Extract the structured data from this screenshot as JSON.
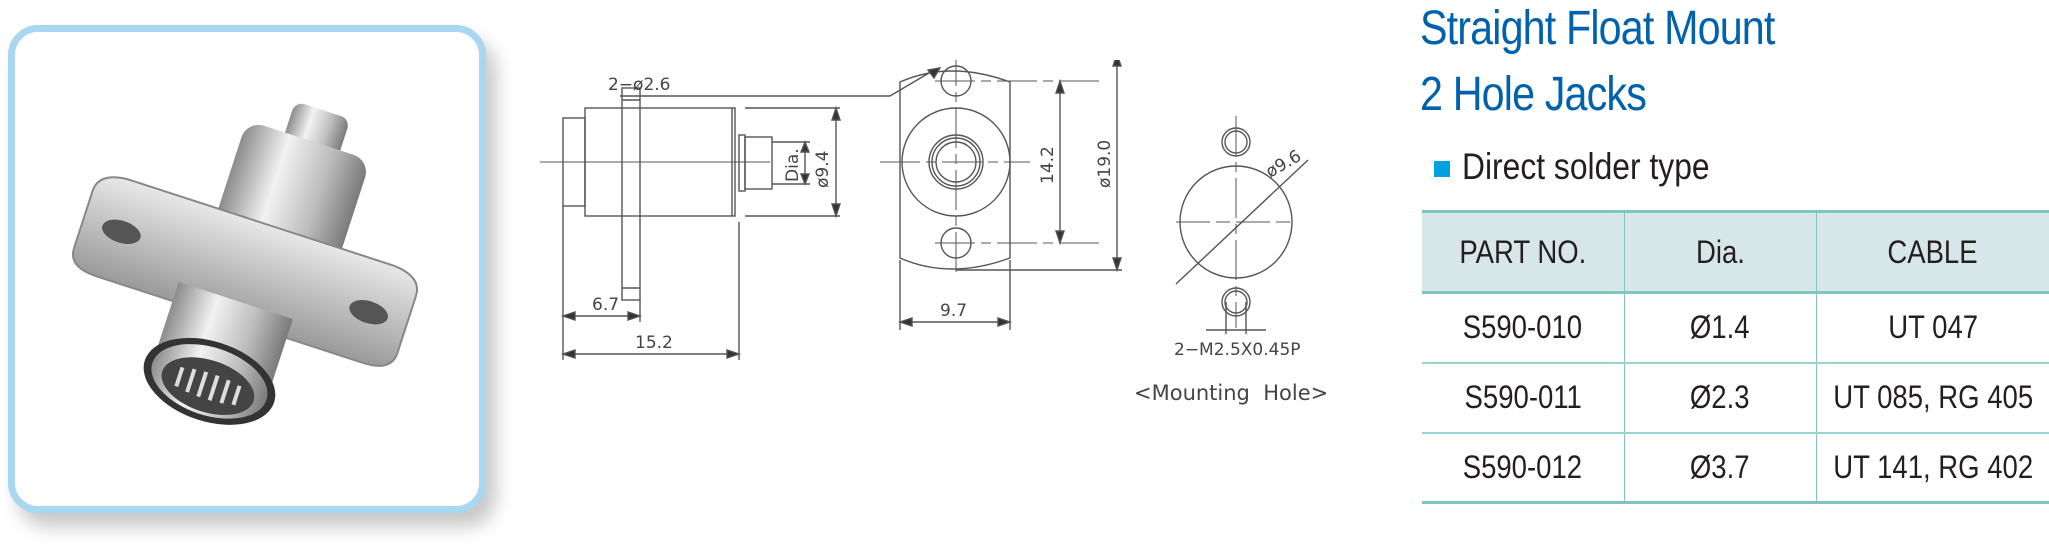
{
  "product": {
    "title_line1": "Straight Float Mount",
    "title_line2": "2 Hole Jacks",
    "subtitle": "Direct solder type",
    "image_alt": "float-mount-2-hole-jack-photo"
  },
  "colors": {
    "title_blue": "#0061ad",
    "bullet_blue": "#009fdf",
    "frame_blue": "#a9d6f0",
    "table_header_bg": "#d7e6e8",
    "table_rule": "#7fc6c0"
  },
  "drawing": {
    "side_view": {
      "dim_hole": "2−ø2.6",
      "dim_flange_offset": "6.7",
      "dim_overall_length": "15.2",
      "dim_body_dia": "ø9.4",
      "dim_contact_dia_label": "Dia."
    },
    "front_view": {
      "dim_hole_pitch": "14.2",
      "dim_flange_height": "ø19.0",
      "dim_flange_width": "9.7"
    },
    "mounting_hole": {
      "dim_cutout": "ø9.6",
      "dim_thread": "2−M2.5X0.45P",
      "caption": "<Mounting  Hole>"
    }
  },
  "table": {
    "headers": [
      "PART NO.",
      "Dia.",
      "CABLE"
    ],
    "rows": [
      [
        "S590-010",
        "Ø1.4",
        "UT 047"
      ],
      [
        "S590-011",
        "Ø2.3",
        "UT 085, RG 405"
      ],
      [
        "S590-012",
        "Ø3.7",
        "UT 141, RG 402"
      ]
    ]
  }
}
